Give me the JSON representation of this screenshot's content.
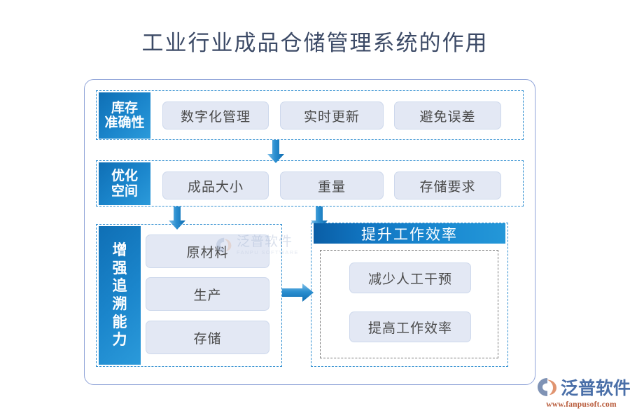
{
  "title": "工业行业成品仓储管理系统的作用",
  "colors": {
    "title_text": "#3c4a66",
    "label_blue_dark": "#0f6fb5",
    "label_blue_light": "#2b9ada",
    "dashed_blue": "#2f8ed0",
    "dashed_gray": "#7a7a7a",
    "item_fill": "#e3e8f4",
    "item_border": "#cdd8ec",
    "item_text": "#4a4a4a",
    "card_border": "#8fa3d8",
    "logo_blue": "#4a6fa8",
    "logo_orange": "#e09470",
    "logo_url": "#b85c3c"
  },
  "rows": [
    {
      "label": "库存\n准确性",
      "label_lines": [
        "库存",
        "准确性"
      ],
      "items": [
        "数字化管理",
        "实时更新",
        "避免误差"
      ]
    },
    {
      "label": "优化\n空间",
      "label_lines": [
        "优化",
        "空间"
      ],
      "items": [
        "成品大小",
        "重量",
        "存储要求"
      ]
    }
  ],
  "bottom_left": {
    "label_lines": [
      "增",
      "强",
      "追",
      "溯",
      "能",
      "力"
    ],
    "label": "增强追溯能力",
    "items": [
      "原材料",
      "生产",
      "存储"
    ]
  },
  "bottom_right": {
    "header": "提升工作效率",
    "items": [
      "减少人工干预",
      "提高工作效率"
    ]
  },
  "watermarks": [
    {
      "cn": "泛普软件",
      "en": "FANPU SOFTWARE"
    }
  ],
  "logo": {
    "name": "泛普软件",
    "url": "www.fanpusoft.com"
  },
  "icons": {
    "arrow_down": "arrow-down-icon",
    "arrow_right": "arrow-right-icon",
    "logo_mark": "fanpu-logo-mark-icon"
  }
}
